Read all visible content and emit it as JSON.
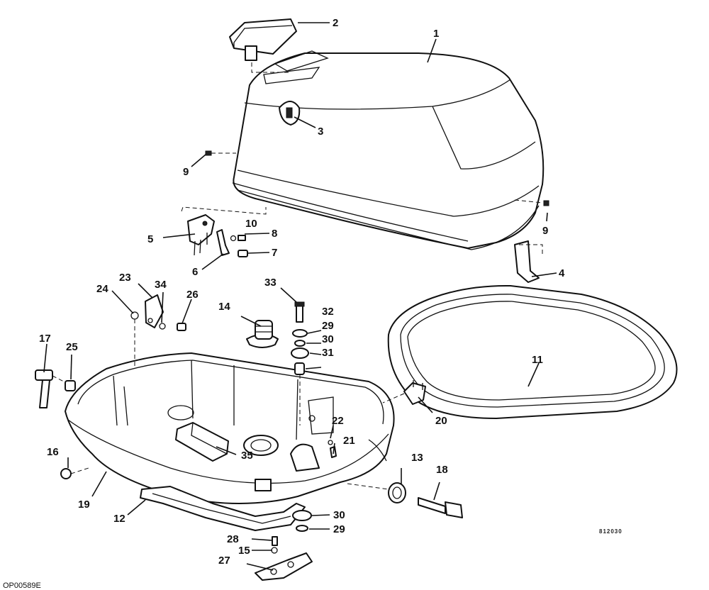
{
  "diagram": {
    "image_code": "812030",
    "figure_code": "OP00589E",
    "callouts": [
      {
        "id": "c1",
        "text": "1"
      },
      {
        "id": "c2",
        "text": "2"
      },
      {
        "id": "c3",
        "text": "3"
      },
      {
        "id": "c4",
        "text": "4"
      },
      {
        "id": "c5",
        "text": "5"
      },
      {
        "id": "c6",
        "text": "6"
      },
      {
        "id": "c7",
        "text": "7"
      },
      {
        "id": "c8",
        "text": "8"
      },
      {
        "id": "c9a",
        "text": "9"
      },
      {
        "id": "c9b",
        "text": "9"
      },
      {
        "id": "c10",
        "text": "10"
      },
      {
        "id": "c11",
        "text": "11"
      },
      {
        "id": "c12",
        "text": "12"
      },
      {
        "id": "c13",
        "text": "13"
      },
      {
        "id": "c14",
        "text": "14"
      },
      {
        "id": "c15",
        "text": "15"
      },
      {
        "id": "c16",
        "text": "16"
      },
      {
        "id": "c17",
        "text": "17"
      },
      {
        "id": "c18",
        "text": "18"
      },
      {
        "id": "c19",
        "text": "19"
      },
      {
        "id": "c20",
        "text": "20"
      },
      {
        "id": "c21",
        "text": "21"
      },
      {
        "id": "c22",
        "text": "22"
      },
      {
        "id": "c23",
        "text": "23"
      },
      {
        "id": "c24",
        "text": "24"
      },
      {
        "id": "c25",
        "text": "25"
      },
      {
        "id": "c26",
        "text": "26"
      },
      {
        "id": "c27",
        "text": "27"
      },
      {
        "id": "c28",
        "text": "28"
      },
      {
        "id": "c29a",
        "text": "29"
      },
      {
        "id": "c29b",
        "text": "29"
      },
      {
        "id": "c30a",
        "text": "30"
      },
      {
        "id": "c30b",
        "text": "30"
      },
      {
        "id": "c31",
        "text": "31"
      },
      {
        "id": "c32",
        "text": "32"
      },
      {
        "id": "c33",
        "text": "33"
      },
      {
        "id": "c34",
        "text": "34"
      },
      {
        "id": "c35",
        "text": "35"
      }
    ]
  }
}
